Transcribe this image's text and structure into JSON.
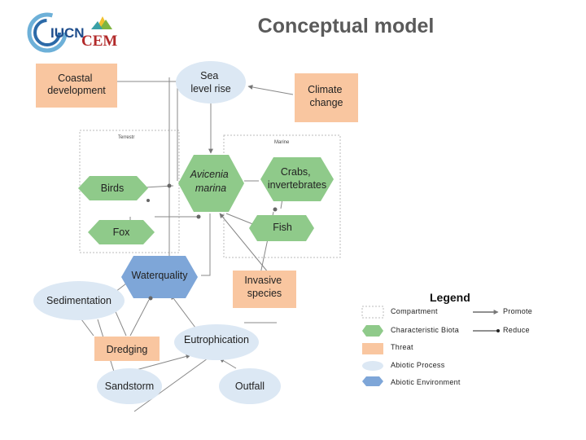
{
  "header": {
    "title": "Conceptual model",
    "logo_iucn": "IUCN",
    "logo_cem": "CEM"
  },
  "compartments": {
    "terrestrial": "Terrestr",
    "marine": "Marine"
  },
  "nodes": {
    "coastal_development": [
      "Coastal",
      "development"
    ],
    "sea_level_rise": [
      "Sea",
      "level rise"
    ],
    "climate_change": [
      "Climate",
      "change"
    ],
    "birds": [
      "Birds"
    ],
    "avicenia_marina": [
      "Avicenia",
      "marina"
    ],
    "crabs": [
      "Crabs,",
      "invertebrates"
    ],
    "fox": [
      "Fox"
    ],
    "fish": [
      "Fish"
    ],
    "waterquality": [
      "Waterquality"
    ],
    "invasive_species": [
      "Invasive",
      "species"
    ],
    "sedimentation": [
      "Sedimentation"
    ],
    "dredging": [
      "Dredging"
    ],
    "eutrophication": [
      "Eutrophication"
    ],
    "sandstorm": [
      "Sandstorm"
    ],
    "outfall": [
      "Outfall"
    ]
  },
  "legend": {
    "title": "Legend",
    "items": {
      "compartment": "Compartment",
      "biota": "Characteristic Biota",
      "threat": "Threat",
      "abiotic_process": "Abiotic Process",
      "abiotic_environment": "Abiotic Environment",
      "promote": "Promote",
      "reduce": "Reduce"
    }
  },
  "colors": {
    "threat": "#f9c6a0",
    "biota": "#8fca8a",
    "abiotic_process": "#dce8f4",
    "abiotic_environment": "#7ea6d8",
    "iucn_blue": "#1e4d8c",
    "cem_red": "#b22a2a"
  }
}
